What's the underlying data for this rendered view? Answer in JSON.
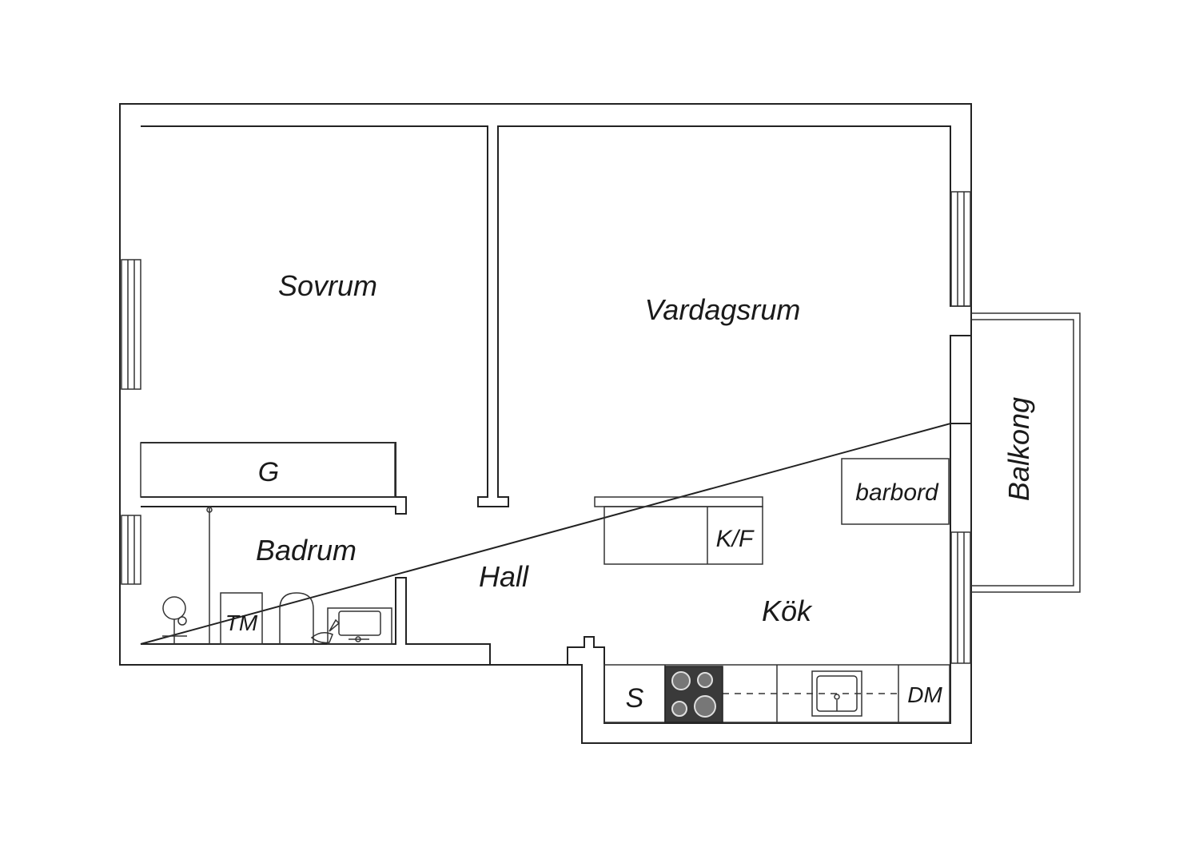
{
  "rooms": {
    "sovrum": "Sovrum",
    "vardagsrum": "Vardagsrum",
    "badrum": "Badrum",
    "hall": "Hall",
    "kok": "Kök",
    "balkong": "Balkong"
  },
  "fixtures": {
    "garderob": "G",
    "barbord": "barbord",
    "kyl_frys": "K/F",
    "tvattmaskin": "TM",
    "skap": "S",
    "diskmaskin": "DM"
  },
  "colors": {
    "wall": "#222222",
    "stove": "#3a3a3a",
    "background": "#ffffff"
  }
}
